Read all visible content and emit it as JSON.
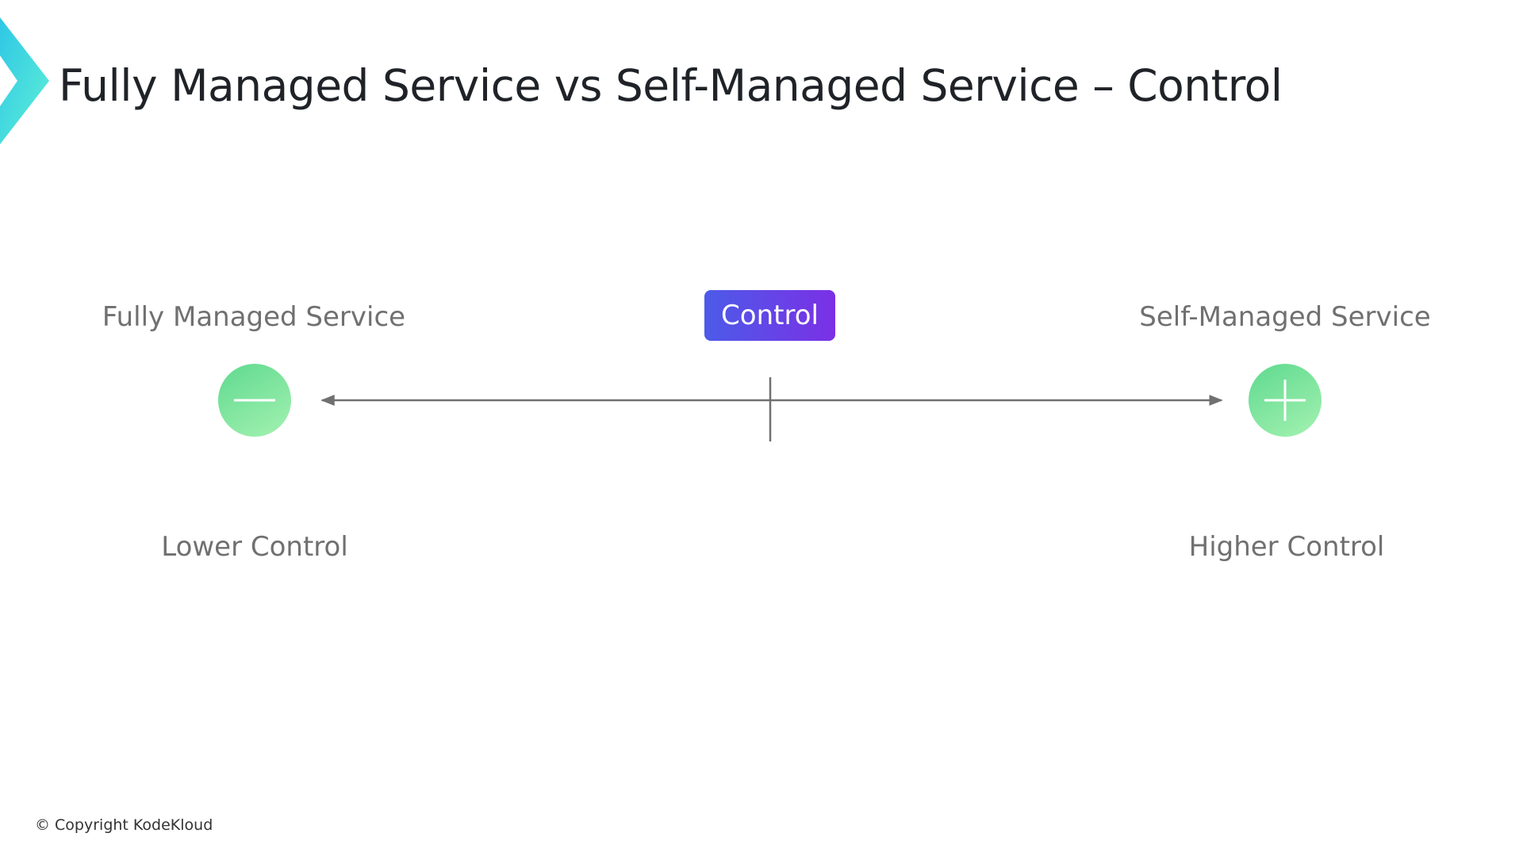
{
  "slide": {
    "title": "Fully Managed Service vs Self-Managed Service – Control",
    "copyright": "© Copyright KodeKloud"
  },
  "diagram": {
    "left_label": "Fully Managed Service",
    "right_label": "Self-Managed Service",
    "center_label": "Control",
    "left_outcome": "Lower Control",
    "right_outcome": "Higher Control",
    "left_icon": "minus-icon",
    "right_icon": "plus-icon"
  },
  "colors": {
    "logo_gradient": [
      "#2ec7e6",
      "#5ff0d6"
    ],
    "pill_gradient": [
      "#4c5be8",
      "#7b30e6"
    ],
    "circle_gradient": [
      "#5fd98f",
      "#a4f2b1"
    ],
    "axis": "#707070",
    "label_text": "#707070",
    "title_text": "#1f2328"
  }
}
